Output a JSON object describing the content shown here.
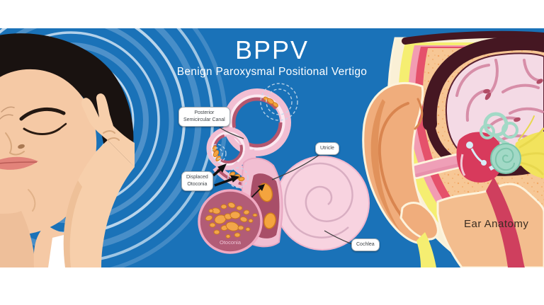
{
  "header": {
    "title": "BPPV",
    "subtitle": "Benign Paroxysmal Positional Vertigo"
  },
  "vestibular_diagram": {
    "labels": {
      "posterior_canal": {
        "line1": "Posterior",
        "line2": "Semicircular Canal"
      },
      "utricle": "Utricle",
      "displaced_otoconia": {
        "line1": "Displaced",
        "line2": "Otoconia"
      },
      "otoconia_inset": "Otoconia",
      "cochlea": "Cochlea"
    }
  },
  "ear_anatomy": {
    "caption": "Ear Anatomy"
  },
  "colors": {
    "banner_blue": "#1a72b8",
    "dizzy_ring_light": "#d9e9f6",
    "dizzy_ring_mid": "#7fb0da",
    "skin": "#f5c9a5",
    "hair_black": "#191210",
    "canal_pink": "#f2bed2",
    "canal_lining_dark_pink": "#b5576f",
    "vestibule_mauve": "#a84e68",
    "otoconia_orange": "#f4a43e",
    "cochlea_pale_pink": "#f8d3e0",
    "inset_rose": "#b25c76",
    "ear_skin_peach": "#f0ad7c",
    "fat_yellow": "#f5ee71",
    "muscle_red": "#e5516b",
    "bone_peach": "#f7c795",
    "dura_maroon": "#451722",
    "brain_pink": "#f4dae5",
    "brain_gyri_pink": "#d78ea8",
    "middle_ear_red": "#d83a5c",
    "inner_ear_teal": "#a2d9c6",
    "nerve_yellow": "#f2e35d",
    "label_text": "#3f4448"
  }
}
